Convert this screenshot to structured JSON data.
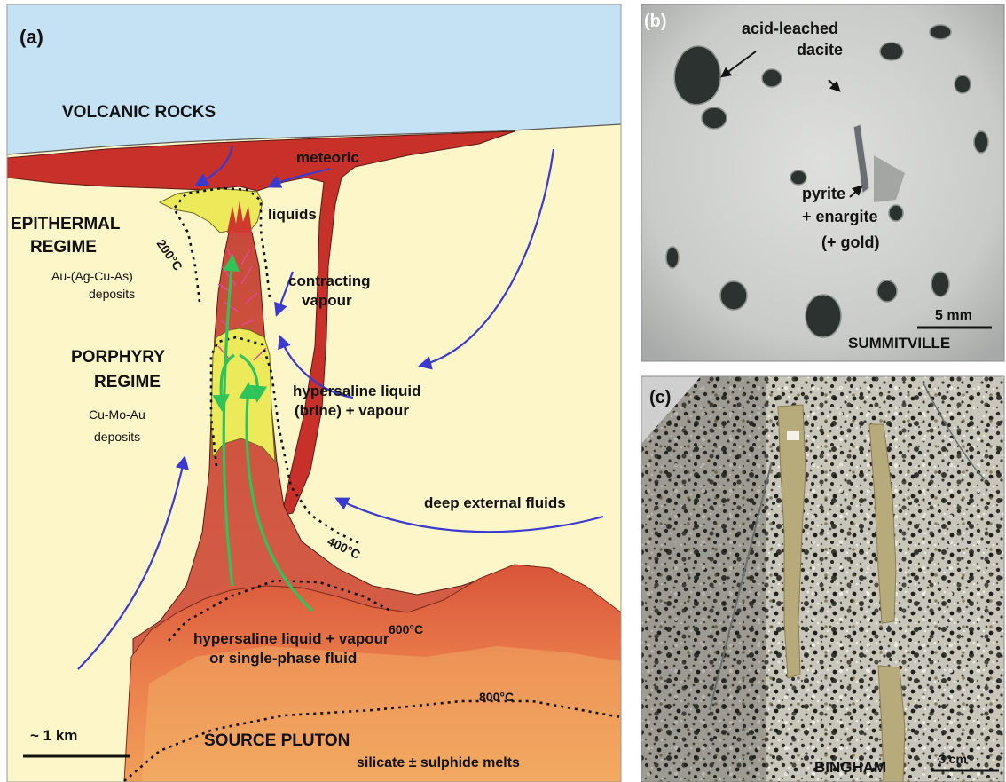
{
  "panels": [
    {
      "id": "a",
      "label": "(a)"
    },
    {
      "id": "b",
      "label": "(b)"
    },
    {
      "id": "c",
      "label": "(c)"
    }
  ],
  "diagram": {
    "volcanic_rocks": "VOLCANIC ROCKS",
    "meteoric": "meteoric",
    "liquids": "liquids",
    "epithermal_line1": "EPITHERMAL",
    "epithermal_line2": "REGIME",
    "epithermal_deposits_line1": "Au-(Ag-Cu-As)",
    "epithermal_deposits_line2": "deposits",
    "porphyry_line1": "PORPHYRY",
    "porphyry_line2": "REGIME",
    "porphyry_deposits_line1": "Cu-Mo-Au",
    "porphyry_deposits_line2": "deposits",
    "contracting_line1": "contracting",
    "contracting_line2": "vapour",
    "hypersaline_line1": "hypersaline liquid",
    "hypersaline_line2": "(brine) + vapour",
    "deep_external": "deep external fluids",
    "magmatic_line1": "hypersaline liquid + vapour",
    "magmatic_line2": "or single-phase fluid",
    "source_pluton": "SOURCE PLUTON",
    "melts": "silicate ± sulphide melts",
    "scale": "~ 1 km",
    "isotherms": [
      "200°C",
      "400°C",
      "600°C",
      "800°C"
    ]
  },
  "photo_b": {
    "label_acid_line1": "acid-leached",
    "label_acid_line2": "dacite",
    "label_pyrite_line1": "pyrite",
    "label_pyrite_line2": "+ enargite",
    "label_pyrite_line3": "(+ gold)",
    "scale": "5 mm",
    "locality": "SUMMITVILLE"
  },
  "photo_c": {
    "scale": "3 cm",
    "locality": "BINGHAM"
  },
  "colors": {
    "sky": "#c5e1f4",
    "host_rock": "#fdf6c9",
    "volcanic_red": "#c8312a",
    "ore_yellow": "#ecea5a",
    "pluton_orange": "#e9734a",
    "arrow_blue": "#3a3ad0",
    "arrow_green": "#2fc35a"
  }
}
